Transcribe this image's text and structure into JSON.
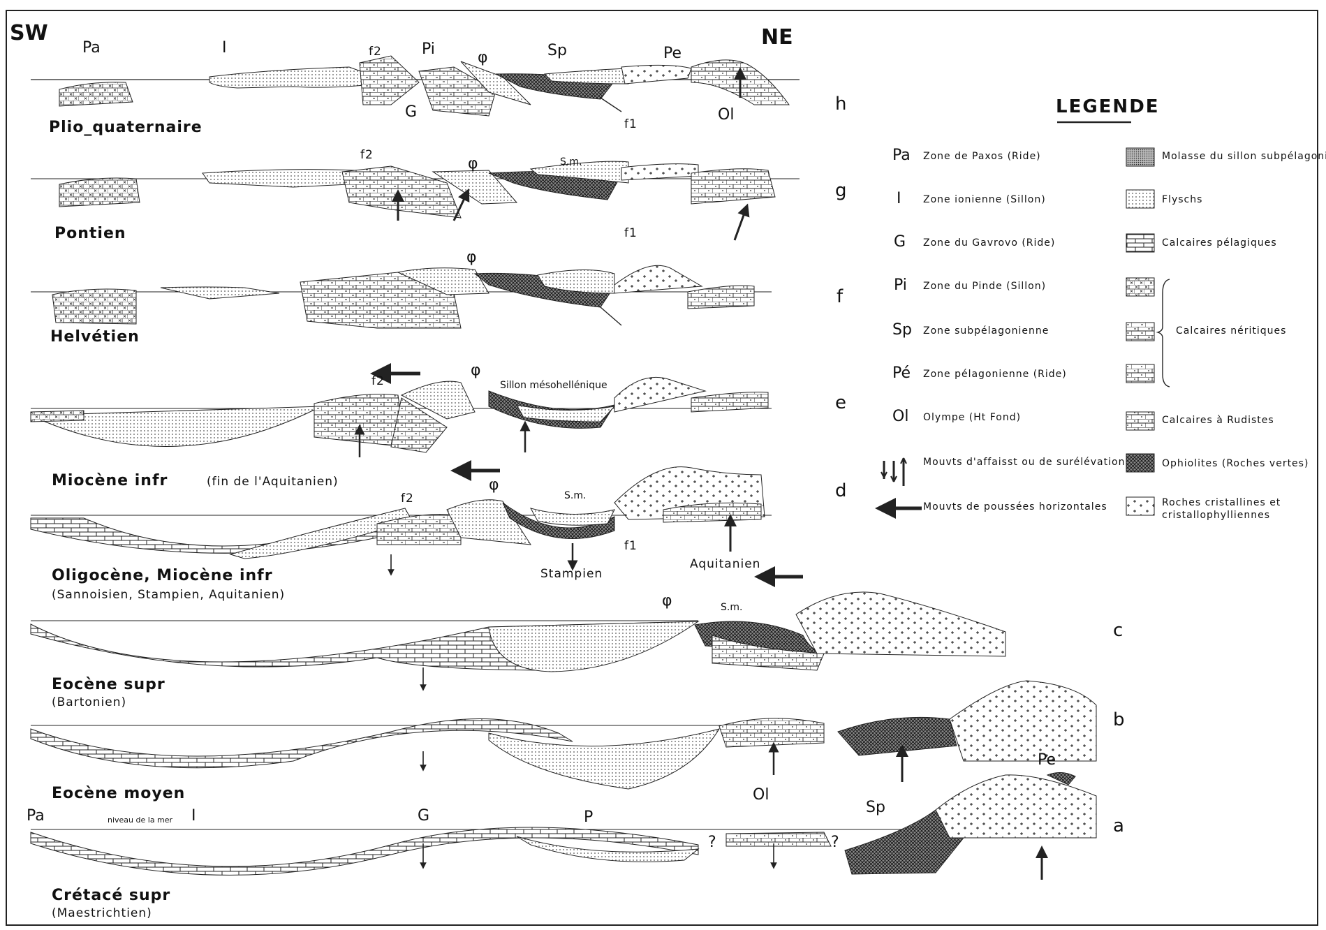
{
  "orientation": {
    "left": "SW",
    "right": "NE"
  },
  "top_zone_labels": {
    "pa": "Pa",
    "i": "I",
    "f2": "f2",
    "pi": "Pi",
    "phi": "φ",
    "sp": "Sp",
    "pe": "Pe",
    "g": "G",
    "f1": "f1",
    "ol": "Ol"
  },
  "stages": [
    {
      "id": "h",
      "title": "Plio_quaternaire",
      "sub": ""
    },
    {
      "id": "g",
      "title": "Pontien",
      "sub": ""
    },
    {
      "id": "f",
      "title": "Helvétien",
      "sub": ""
    },
    {
      "id": "e",
      "title": "Miocène infr",
      "sub": "(fin de l'Aquitanien)"
    },
    {
      "id": "d",
      "title": "Oligocène, Miocène infr",
      "sub": "(Sannoisien, Stampien, Aquitanien)"
    },
    {
      "id": "c",
      "title": "Eocène supr",
      "sub": "(Bartonien)"
    },
    {
      "id": "b",
      "title": "Eocène moyen",
      "sub": ""
    },
    {
      "id": "a",
      "title": "Crétacé supr",
      "sub": "(Maestrichtien)"
    }
  ],
  "annotations": {
    "g_f2": "f2",
    "g_phi": "φ",
    "g_sm": "S.m.",
    "g_f1": "f1",
    "f_phi": "φ",
    "e_f2": "f2",
    "e_phi": "φ",
    "e_sillon": "Sillon mésohellénique",
    "d_f2": "f2",
    "d_phi": "φ",
    "d_sm": "S.m.",
    "d_f1": "f1",
    "d_stampien": "Stampien",
    "d_aquitanien": "Aquitanien",
    "c_phi": "φ",
    "c_sm": "S.m.",
    "b_ol": "Ol",
    "a_pa": "Pa",
    "a_niveau": "niveau de la mer",
    "a_i": "I",
    "a_g": "G",
    "a_p": "P",
    "a_sp": "Sp",
    "a_pe": "Pe",
    "a_q1": "?",
    "a_q2": "?"
  },
  "legend": {
    "title": "LEGENDE",
    "zones": [
      {
        "sym": "Pa",
        "text": "Zone de Paxos (Ride)"
      },
      {
        "sym": "I",
        "text": "Zone ionienne (Sillon)"
      },
      {
        "sym": "G",
        "text": "Zone du Gavrovo (Ride)"
      },
      {
        "sym": "Pi",
        "text": "Zone du Pinde (Sillon)"
      },
      {
        "sym": "Sp",
        "text": "Zone subpélagonienne"
      },
      {
        "sym": "Pé",
        "text": "Zone pélagonienne (Ride)"
      },
      {
        "sym": "Ol",
        "text": "Olympe (Ht Fond)"
      }
    ],
    "movements": [
      {
        "text": "Mouvts d'affaisst ou de surélévation"
      },
      {
        "text": "Mouvts de poussées horizontales"
      }
    ],
    "facies": [
      {
        "key": "molasse",
        "text": "Molasse du sillon subpélagonien"
      },
      {
        "key": "flysch",
        "text": "Flyschs"
      },
      {
        "key": "pelagique",
        "text": "Calcaires pélagiques"
      },
      {
        "key": "neritique1",
        "text": ""
      },
      {
        "key": "neritique2",
        "text": "Calcaires néritiques"
      },
      {
        "key": "neritique3",
        "text": ""
      },
      {
        "key": "rudistes",
        "text": "Calcaires à Rudistes"
      },
      {
        "key": "ophiolites",
        "text": "Ophiolites (Roches vertes)"
      },
      {
        "key": "cristallin",
        "text": "Roches cristallines et"
      },
      {
        "key": "cristallin2",
        "text": "cristallophylliennes"
      }
    ]
  }
}
